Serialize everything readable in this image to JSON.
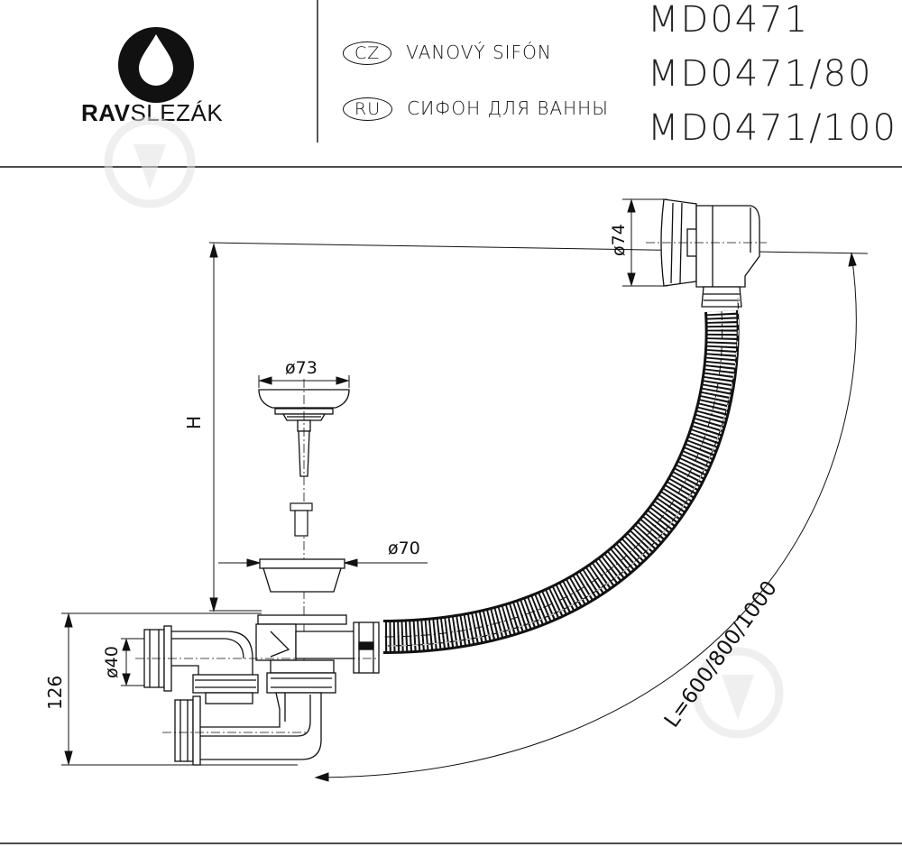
{
  "header": {
    "brand": {
      "prefix": "RAV",
      "suffix": "SLEZÁK"
    },
    "languages": [
      {
        "code": "CZ",
        "name": "VANOVÝ SIFÓN"
      },
      {
        "code": "RU",
        "name": "СИФОН ДЛЯ ВАННЫ"
      }
    ],
    "models": [
      "MD0471",
      "MD0471/80",
      "MD0471/100"
    ]
  },
  "dimensions": {
    "overflow_diameter": "ø74",
    "plug_diameter": "ø73",
    "drain_diameter": "ø70",
    "outlet_diameter": "ø40",
    "height_label": "H",
    "siphon_height": "126",
    "hose_length": "L=600/800/1000"
  },
  "colors": {
    "line": "#111111",
    "watermark": "#e2e2e2"
  },
  "icons": {
    "logo": "drop-in-circle-icon",
    "watermark": "drop-arrow-icon"
  }
}
